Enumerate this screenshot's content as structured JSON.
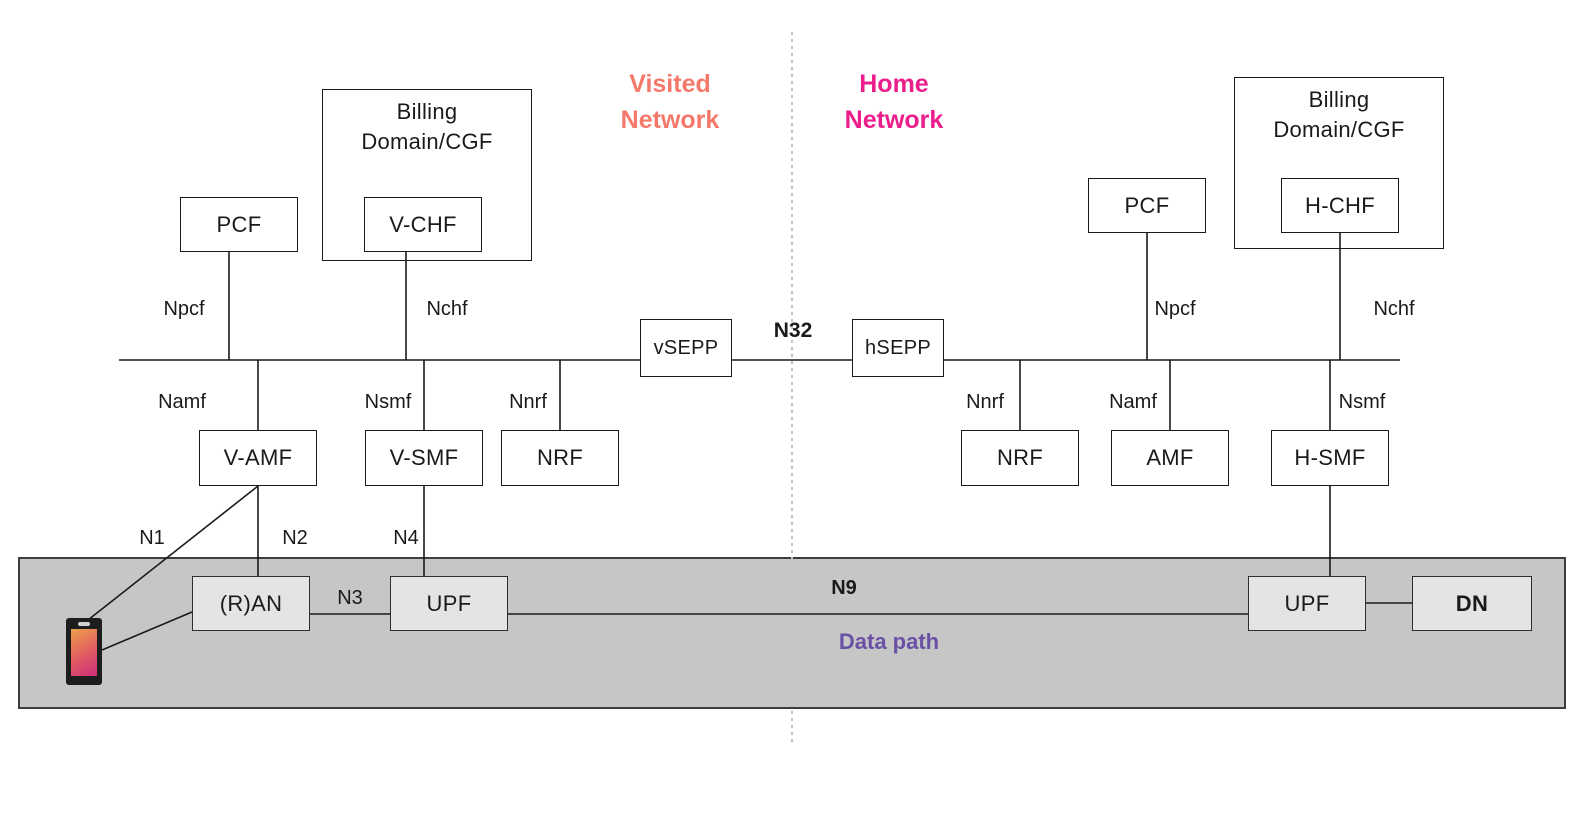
{
  "zones": {
    "visited": {
      "label": "Visited\nNetwork",
      "color": "#f4796b"
    },
    "home": {
      "label": "Home\nNetwork",
      "color": "#eb1e8c"
    }
  },
  "nodes": {
    "billing_visited": "Billing\nDomain/CGF",
    "pcf_visited": "PCF",
    "vchf": "V-CHF",
    "vsepp": "vSEPP",
    "hsepp": "hSEPP",
    "vamf": "V-AMF",
    "vsmf": "V-SMF",
    "nrf_visited": "NRF",
    "nrf_home": "NRF",
    "amf_home": "AMF",
    "hsmf": "H-SMF",
    "pcf_home": "PCF",
    "billing_home": "Billing\nDomain/CGF",
    "hchf": "H-CHF",
    "ran": "(R)AN",
    "upf_visited": "UPF",
    "upf_home": "UPF",
    "dn": "DN"
  },
  "interfaces": {
    "npcf_visited": "Npcf",
    "nchf_visited": "Nchf",
    "namf_visited": "Namf",
    "nsmf_visited": "Nsmf",
    "nnrf_visited": "Nnrf",
    "n32": "N32",
    "nnrf_home": "Nnrf",
    "namf_home": "Namf",
    "nsmf_home": "Nsmf",
    "npcf_home": "Npcf",
    "nchf_home": "Nchf",
    "n1": "N1",
    "n2": "N2",
    "n3": "N3",
    "n4": "N4",
    "n9": "N9"
  },
  "data_path": {
    "label": "Data path",
    "color": "#6a51a5"
  },
  "icons": {
    "ue_phone": {
      "name": "ue-phone-icon",
      "gradient_top": "#eda04a",
      "gradient_bottom": "#cf2e7d"
    }
  }
}
